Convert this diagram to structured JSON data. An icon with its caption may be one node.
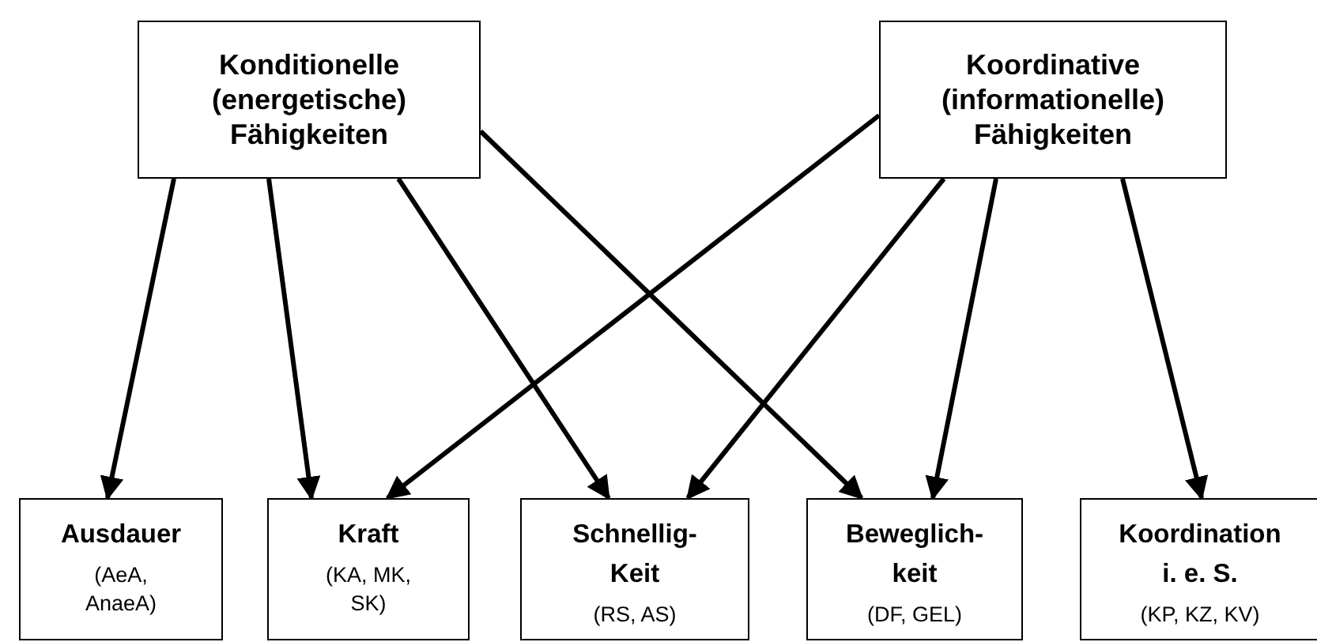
{
  "diagram": {
    "nodes": [
      {
        "text": [
          "Konditionelle (energetische) Fähigkeiten"
        ]
      },
      {
        "text": [
          "Koordinative (informationelle) Fähigkeiten"
        ]
      },
      {
        "text": [
          "Ausdauer",
          "(AeA, AnaeA)"
        ]
      },
      {
        "text": [
          "Kraft",
          "(KA, MK, SK)"
        ]
      },
      {
        "text": [
          "Schnellig- Keit",
          "(RS, AS)"
        ]
      },
      {
        "text": [
          "Beweglich- keit",
          "(DF, GEL)"
        ]
      },
      {
        "text": [
          "Koordination i. e. S.",
          "(KP, KZ, KV)"
        ]
      }
    ],
    "edges": [
      {
        "from": 0,
        "to": 2,
        "arrow": "to"
      },
      {
        "from": 0,
        "to": 3,
        "arrow": "to"
      },
      {
        "from": 0,
        "to": 4,
        "arrow": "to"
      },
      {
        "from": 0,
        "to": 5,
        "arrow": "to"
      },
      {
        "from": 1,
        "to": 3,
        "arrow": "to"
      },
      {
        "from": 1,
        "to": 4,
        "arrow": "to"
      },
      {
        "from": 1,
        "to": 5,
        "arrow": "to"
      },
      {
        "from": 1,
        "to": 6,
        "arrow": "to"
      }
    ]
  }
}
